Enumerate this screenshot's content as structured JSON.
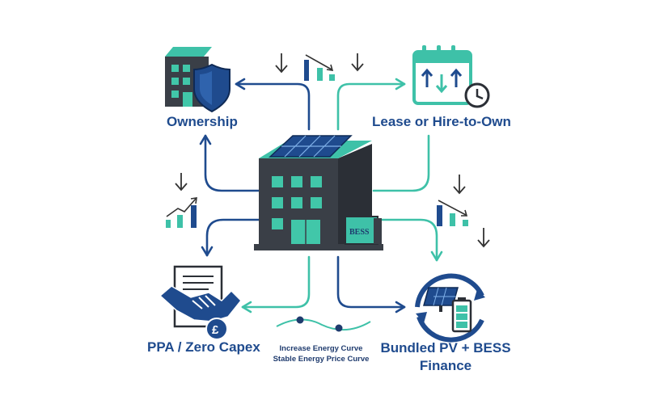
{
  "labels": {
    "ownership": "Ownership",
    "lease": "Lease or Hire-to-Own",
    "ppa": "PPA / Zero Capex",
    "bundled_line1": "Bundled PV + BESS",
    "bundled_line2": "Finance",
    "curve_line1": "Increase Energy Curve",
    "curve_line2": "Stable Energy Price Curve",
    "bess": "BESS",
    "pound": "£"
  },
  "colors": {
    "navy": "#1f4b8e",
    "dark_navy": "#1f3b6e",
    "teal": "#3ec1a8",
    "building": "#3a3f47",
    "building_dark": "#2b2f36",
    "window": "#41c7a9"
  },
  "icons": {
    "center": "building-with-solar-panel-icon",
    "ownership": "building-shield-icon",
    "lease": "calendar-clock-icon",
    "ppa": "handshake-contract-icon",
    "bundled": "solar-battery-cycle-icon"
  }
}
